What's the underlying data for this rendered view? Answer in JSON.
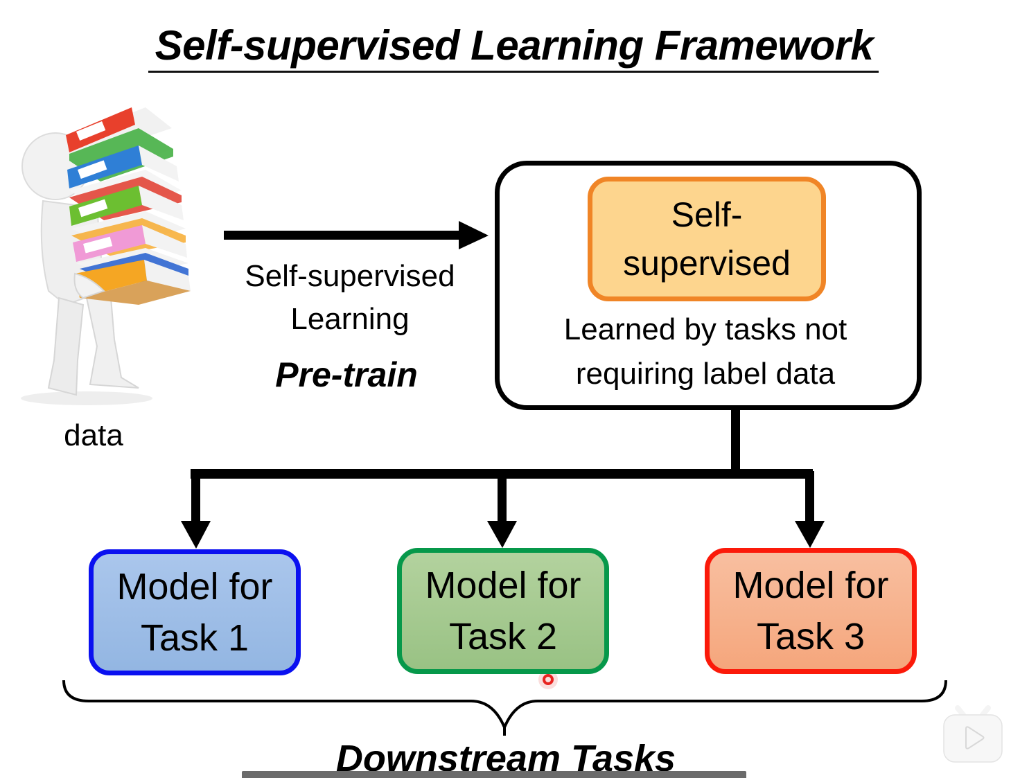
{
  "title": "Self-supervised Learning Framework",
  "data_label": "data",
  "arrow_label": {
    "line1": "Self-supervised",
    "line2": "Learning",
    "phase": "Pre-train"
  },
  "pretrained_model": {
    "box_line1": "Self-",
    "box_line2": "supervised",
    "description_line1": "Learned by tasks not",
    "description_line2": "requiring label data"
  },
  "tasks": [
    {
      "line1": "Model for",
      "line2": "Task 1",
      "border_color": "#0a10f0",
      "fill_color": "#9fbfe8"
    },
    {
      "line1": "Model for",
      "line2": "Task 2",
      "border_color": "#06984a",
      "fill_color": "#a8ca92"
    },
    {
      "line1": "Model for",
      "line2": "Task 3",
      "border_color": "#fb1a0a",
      "fill_color": "#f7b38e"
    }
  ],
  "group_label": "Downstream Tasks",
  "colors": {
    "ssl_box_border": "#f08526",
    "ssl_box_fill": "#fdd58e",
    "cursor_dot": "#e8231f"
  },
  "icons": {
    "person": "person-carrying-binders-icon",
    "player": "tv-play-icon"
  }
}
